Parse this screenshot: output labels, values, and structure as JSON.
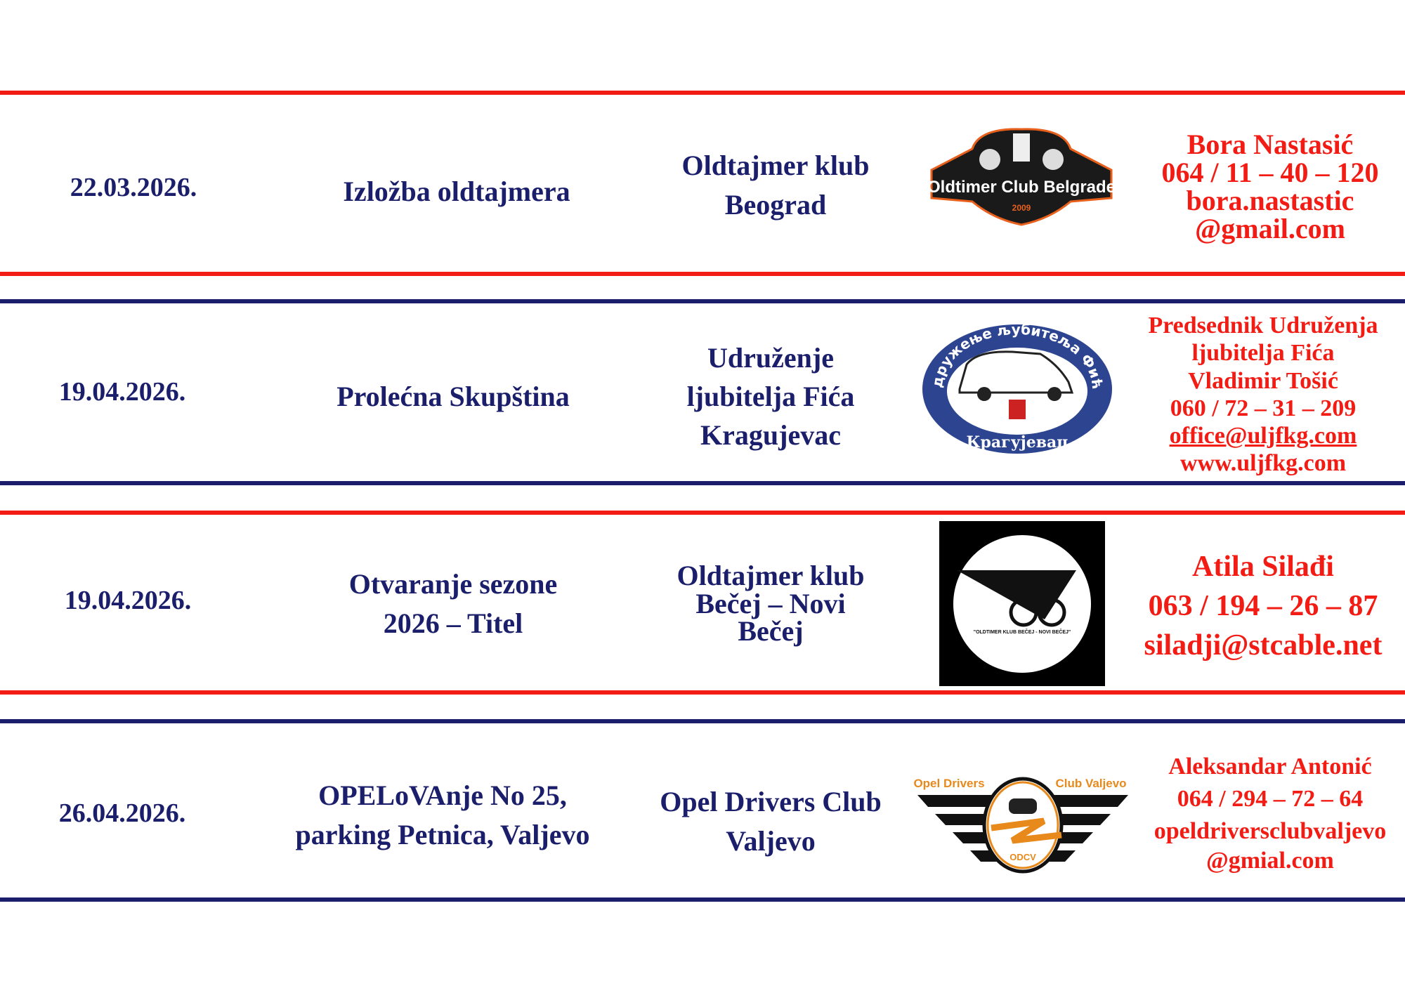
{
  "colors": {
    "red": "#f21c14",
    "navy": "#1b1f6b",
    "orange": "#e8891c"
  },
  "events": [
    {
      "date": "22.03.2026.",
      "event": [
        "Izložba oldtajmera"
      ],
      "club": [
        "Oldtajmer klub",
        "Beograd"
      ],
      "logo": {
        "name": "oldtimer-club-belgrade-logo",
        "text": "Oldtimer Club Belgrade",
        "year": "2009"
      },
      "contact": [
        "Bora Nastasić",
        "064 / 11 – 40 – 120",
        "bora.nastastic",
        "@gmail.com"
      ]
    },
    {
      "date": "19.04.2026.",
      "event": [
        "Prolećna Skupština"
      ],
      "club": [
        "Udruženje",
        "ljubitelja Fića",
        "Kragujevac"
      ],
      "logo": {
        "name": "udruzenje-ljubitelja-fica-logo",
        "text": "Удружење љубитеља Фића",
        "bottom": "Крагујевац"
      },
      "contact": [
        "Predsednik Udruženja",
        "ljubitelja Fića",
        "Vladimir Tošić",
        "060 / 72 – 31 – 209"
      ],
      "email": "office@uljfkg.com",
      "website": "www.uljfkg.com"
    },
    {
      "date": "19.04.2026.",
      "event": [
        "Otvaranje sezone",
        "2026 – Titel"
      ],
      "club": [
        "Oldtajmer klub",
        "Bečej – Novi",
        "Bečej"
      ],
      "logo": {
        "name": "oldtimer-klub-becej-logo",
        "text": "\"OLDTIMER KLUB BEČEJ - NOVI BEČEJ\""
      },
      "contact": [
        "Atila Silađi",
        "063 / 194 – 26 – 87",
        "siladji@stcable.net"
      ]
    },
    {
      "date": "26.04.2026.",
      "event": [
        "OPELoVAnje No 25,",
        "parking Petnica, Valjevo"
      ],
      "club": [
        "Opel Drivers Club",
        "Valjevo"
      ],
      "logo": {
        "name": "opel-drivers-club-valjevo-logo",
        "left": "Opel Drivers",
        "right": "Club Valjevo",
        "badge": "ODCV"
      },
      "contact": [
        "Aleksandar Antonić",
        "064 / 294 – 72 – 64",
        "opeldriversclubvaljevo",
        "@gmial.com"
      ]
    }
  ]
}
